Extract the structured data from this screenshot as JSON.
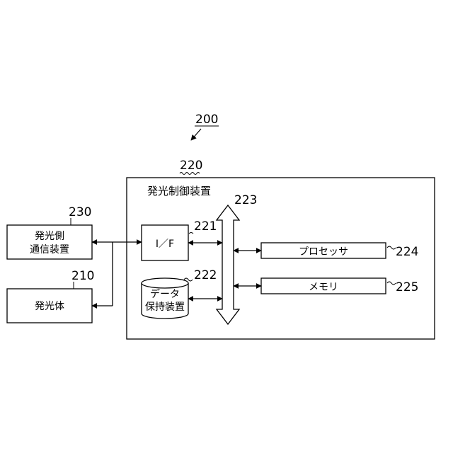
{
  "figure": {
    "system_ref": "200"
  },
  "controller": {
    "ref": "220",
    "title": "発光制御装置"
  },
  "blocks": {
    "comm": {
      "ref": "230",
      "line1": "発光側",
      "line2": "通信装置"
    },
    "emitter": {
      "ref": "210",
      "label": "発光体"
    },
    "interface": {
      "ref": "221",
      "label": "I／F"
    },
    "storage": {
      "ref": "222",
      "line1": "データ",
      "line2": "保持装置"
    },
    "bus": {
      "ref": "223"
    },
    "processor": {
      "ref": "224",
      "label": "プロセッサ"
    },
    "memory": {
      "ref": "225",
      "label": "メモリ"
    }
  }
}
